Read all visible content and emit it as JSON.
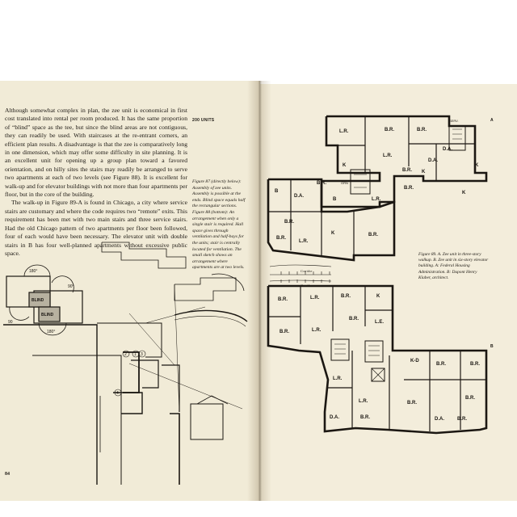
{
  "page_number": "84",
  "header_label": "200 UNITS",
  "body_paragraphs": [
    "Although somewhat complex in plan, the zee unit is economical in first cost translated into rental per room produced. It has the same proportion of “blind” space as the tee, but since the blind areas are not contiguous, they can readily be used. With staircases at the re-entrant corners, an efficient plan results. A disadvantage is that the zee is comparatively long in one dimension, which may offer some difficulty in site planning. It is an excellent unit for opening up a group plan toward a favored orientation, and on hilly sites the stairs may readily be arranged to serve two apartments at each of two levels (see Figure 88). It is excellent for walk-up and for elevator buildings with not more than four apartments per floor, but in the core of the building.",
    "The walk-up in Figure 89-A is found in Chicago, a city where service stairs are customary and where the code requires two “remote” exits. This requirement has been met with two main stairs and three service stairs. Had the old Chicago pattern of two apartments per floor been followed, four of each would have been necessary. The elevator unit with double stairs in B has four well-planned apartments without excessive public space."
  ],
  "caption_left": "Figure 87 (directly below): Assembly of zee units. Assembly is possible at the ends. Blind space equals half the rectangular sections. Figure 88 (bottom): An arrangement when only a single stair is required. Hall space gives through ventilation and half-bays for the units; stair is centrally located for ventilation. The small sketch shows an arrangement where apartments are at two levels.",
  "caption_right": "Figure 89. A. Zee unit in three-story walkup. B. Zee unit in six-story elevator building. A: Federal Housing Administration. B: Dupont Henry Klaber, architect.",
  "figure_marks": {
    "a": "A",
    "b": "B"
  },
  "diagram_labels": {
    "blind": "BLIND",
    "angle_top": "180°",
    "angle_mid": "90°",
    "angle_side": "90",
    "angle_bottom": "180°",
    "stair_nums": [
      "1",
      "2",
      "3",
      "4",
      "1",
      "2"
    ]
  },
  "plan_a_rooms": [
    "L.R.",
    "B.R.",
    "B.R.",
    "K",
    "D.A.",
    "B.R.",
    "K",
    "B",
    "D.A.",
    "B",
    "L.R.",
    "B.R.",
    "K",
    "L.R.",
    "B.R.",
    "B.R.",
    "K",
    "B.R.",
    "K",
    "L.R.",
    "D.A.",
    "B.R."
  ],
  "plan_a_small": [
    "SERV.",
    "GRN"
  ],
  "plan_b_rooms": [
    "B.R.",
    "L.R.",
    "B.R.",
    "K",
    "B.R.",
    "L.R.",
    "B.R.",
    "L.E.",
    "L.R.",
    "B.R.",
    "K-D",
    "B.R.",
    "L.R.",
    "B.R.",
    "B.R.",
    "D.A.",
    "B.R.",
    "D.A.",
    "B.R."
  ],
  "handwritten_notes": [
    "Corridor",
    "Corridor"
  ]
}
